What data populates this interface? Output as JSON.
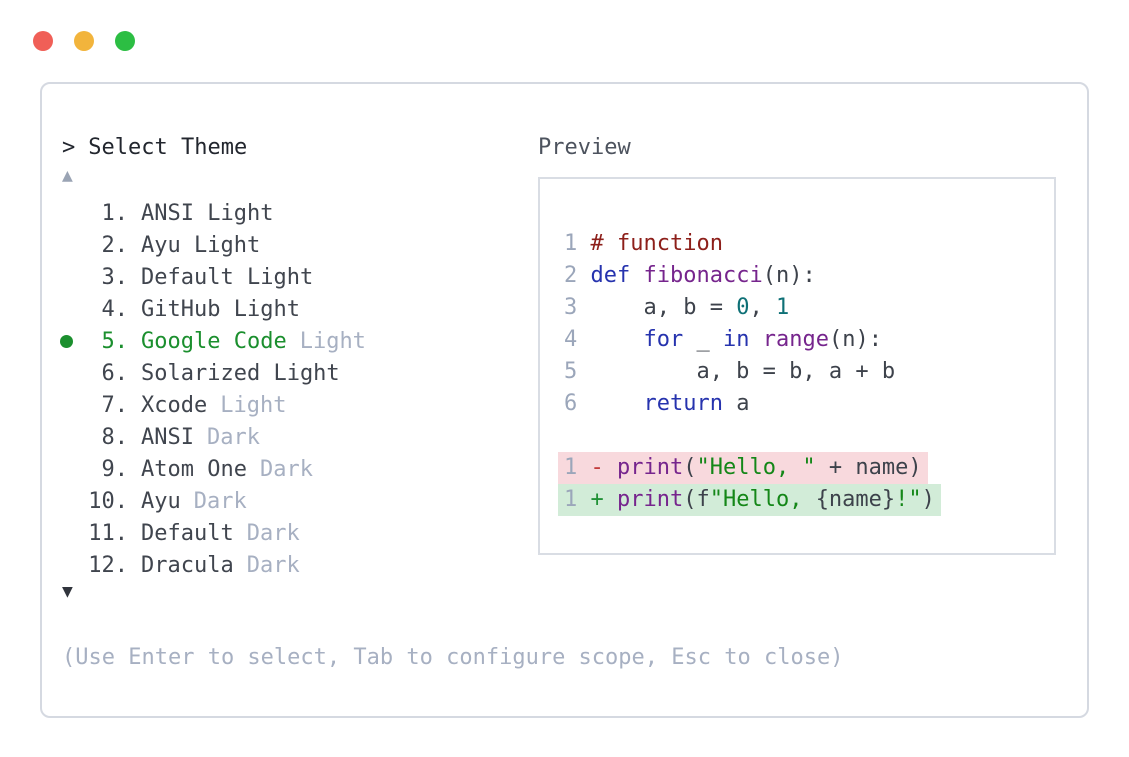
{
  "window": {
    "controls": [
      {
        "name": "close",
        "color_key": "traffic_red"
      },
      {
        "name": "minimize",
        "color_key": "traffic_yellow"
      },
      {
        "name": "zoom",
        "color_key": "traffic_green"
      }
    ]
  },
  "selector": {
    "prompt_char": ">",
    "title": "Select Theme",
    "scroll_up_icon": "▲",
    "scroll_down_icon": "▼",
    "items": [
      {
        "number": "1.",
        "name": "ANSI Light",
        "suffix": "",
        "selected": false
      },
      {
        "number": "2.",
        "name": "Ayu Light",
        "suffix": "",
        "selected": false
      },
      {
        "number": "3.",
        "name": "Default Light",
        "suffix": "",
        "selected": false
      },
      {
        "number": "4.",
        "name": "GitHub Light",
        "suffix": "",
        "selected": false
      },
      {
        "number": "5.",
        "name": "Google Code",
        "suffix": "Light",
        "selected": true
      },
      {
        "number": "6.",
        "name": "Solarized Light",
        "suffix": "",
        "selected": false
      },
      {
        "number": "7.",
        "name": "Xcode",
        "suffix": "Light",
        "selected": false
      },
      {
        "number": "8.",
        "name": "ANSI",
        "suffix": "Dark",
        "selected": false
      },
      {
        "number": "9.",
        "name": "Atom One",
        "suffix": "Dark",
        "selected": false
      },
      {
        "number": "10.",
        "name": "Ayu",
        "suffix": "Dark",
        "selected": false
      },
      {
        "number": "11.",
        "name": "Default",
        "suffix": "Dark",
        "selected": false
      },
      {
        "number": "12.",
        "name": "Dracula",
        "suffix": "Dark",
        "selected": false
      }
    ],
    "hint": "(Use Enter to select, Tab to configure scope, Esc to close)"
  },
  "preview": {
    "label": "Preview",
    "lines": [
      {
        "num": "1",
        "diff": "",
        "segments": [
          {
            "t": "# function",
            "c": "comment"
          }
        ]
      },
      {
        "num": "2",
        "diff": "",
        "segments": [
          {
            "t": "def",
            "c": "keyword"
          },
          {
            "t": " ",
            "c": "plain"
          },
          {
            "t": "fibonacci",
            "c": "title"
          },
          {
            "t": "(n):",
            "c": "plain"
          }
        ]
      },
      {
        "num": "3",
        "diff": "",
        "segments": [
          {
            "t": "    a, b = ",
            "c": "plain"
          },
          {
            "t": "0",
            "c": "number"
          },
          {
            "t": ", ",
            "c": "plain"
          },
          {
            "t": "1",
            "c": "number"
          }
        ]
      },
      {
        "num": "4",
        "diff": "",
        "segments": [
          {
            "t": "    ",
            "c": "plain"
          },
          {
            "t": "for",
            "c": "keyword"
          },
          {
            "t": " _ ",
            "c": "plain"
          },
          {
            "t": "in",
            "c": "keyword"
          },
          {
            "t": " ",
            "c": "plain"
          },
          {
            "t": "range",
            "c": "title"
          },
          {
            "t": "(n):",
            "c": "plain"
          }
        ]
      },
      {
        "num": "5",
        "diff": "",
        "segments": [
          {
            "t": "        a, b = b, a + b",
            "c": "plain"
          }
        ]
      },
      {
        "num": "6",
        "diff": "",
        "segments": [
          {
            "t": "    ",
            "c": "plain"
          },
          {
            "t": "return",
            "c": "keyword"
          },
          {
            "t": " a",
            "c": "plain"
          }
        ]
      },
      {
        "num": "",
        "diff": "",
        "segments": []
      },
      {
        "num": "1",
        "diff": "del",
        "segments": [
          {
            "t": "- ",
            "c": "minus"
          },
          {
            "t": "print",
            "c": "title"
          },
          {
            "t": "(",
            "c": "plain"
          },
          {
            "t": "\"Hello, \"",
            "c": "string"
          },
          {
            "t": " + name)",
            "c": "plain"
          }
        ]
      },
      {
        "num": "1",
        "diff": "add",
        "segments": [
          {
            "t": "+ ",
            "c": "plus"
          },
          {
            "t": "print",
            "c": "title"
          },
          {
            "t": "(f",
            "c": "plain"
          },
          {
            "t": "\"Hello, ",
            "c": "string"
          },
          {
            "t": "{name}",
            "c": "plain"
          },
          {
            "t": "!\"",
            "c": "string"
          },
          {
            "t": ")",
            "c": "plain"
          }
        ]
      }
    ]
  },
  "colors": {
    "traffic_red": "#f05f57",
    "traffic_yellow": "#f2b43c",
    "traffic_green": "#2cbe43",
    "panel_border": "#d5d9e1",
    "preview_border": "#d9dde4",
    "text_dark": "#22262e",
    "list_text": "#40454e",
    "dim_text": "#a7b0c2",
    "selected_green": "#1b8f2e",
    "scroll_up": "#9aa4b4",
    "scroll_down": "#30343c",
    "preview_label": "#4d535e",
    "line_number": "#9ba6ba",
    "tok_plain": "#3d424b",
    "tok_keyword": "#2633ae",
    "tok_title": "#76258d",
    "tok_string": "#148718",
    "tok_comment": "#8d1f1a",
    "tok_number": "#0e7076",
    "tok_minus": "#c23b3b",
    "tok_plus": "#219237",
    "diff_del_bg": "#f8d9dd",
    "diff_add_bg": "#d2ecd8"
  }
}
